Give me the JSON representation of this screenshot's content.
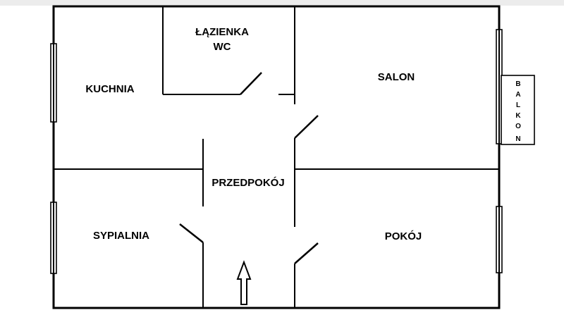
{
  "rooms": {
    "lazienka_line1": "ŁĄZIENKA",
    "lazienka_line2": "WC",
    "kuchnia": "KUCHNIA",
    "salon": "SALON",
    "przedpokoj": "PRZEDPOKÓJ",
    "sypialnia": "SYPIALNIA",
    "pokoj": "POKÓJ"
  },
  "balkon": {
    "letters": [
      "B",
      "A",
      "L",
      "K",
      "O",
      "N"
    ]
  },
  "entrance": {
    "icon": "arrow-up-icon"
  }
}
